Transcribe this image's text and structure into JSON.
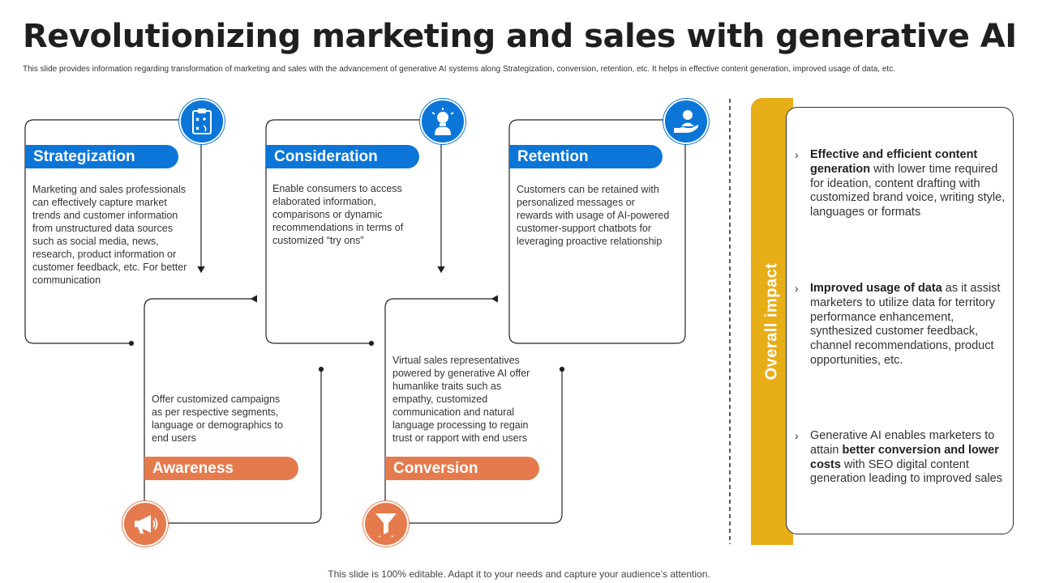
{
  "header": {
    "title": "Revolutionizing marketing and sales with generative AI",
    "subtitle": "This slide provides information regarding transformation of marketing and sales with the advancement of generative AI systems along Strategization, conversion, retention, etc. It helps in effective content generation, improved usage of data, etc."
  },
  "stages": {
    "strategization": {
      "label": "Strategization",
      "text": "Marketing and sales professionals can effectively capture market trends and customer information from unstructured data sources such as social media, news, research, product information or customer feedback, etc. For better communication",
      "icon": "clipboard-strategy-icon"
    },
    "awareness": {
      "label": "Awareness",
      "text": "Offer customized campaigns as per respective segments, language or demographics to end users",
      "icon": "megaphone-icon"
    },
    "consideration": {
      "label": "Consideration",
      "text": "Enable consumers to access elaborated information, comparisons or dynamic recommendations in terms of customized “try ons”",
      "icon": "head-lightbulb-icon"
    },
    "conversion": {
      "label": "Conversion",
      "text": "Virtual sales representatives powered by generative AI offer humanlike traits such as empathy, customized communication and natural language processing to regain trust or rapport with end users",
      "icon": "funnel-icon"
    },
    "retention": {
      "label": "Retention",
      "text": "Customers can be retained with personalized messages or rewards with usage of AI-powered customer-support chatbots for leveraging proactive relationship",
      "icon": "hand-person-icon"
    }
  },
  "impact": {
    "label": "Overall impact",
    "items": [
      {
        "pre": "",
        "bold": "Effective and efficient content generation",
        "post": " with lower time required for ideation, content drafting with customized brand voice, writing style, languages or formats"
      },
      {
        "pre": "",
        "bold": "Improved usage of data",
        "post": " as it assist marketers to utilize data for territory performance enhancement, synthesized customer feedback, channel recommendations, product opportunities, etc."
      },
      {
        "pre": "Generative AI enables marketers to attain ",
        "bold": "better conversion and lower costs",
        "post": " with SEO digital content generation leading to improved sales"
      }
    ]
  },
  "footer": {
    "text": "This slide is 100% editable. Adapt it to your needs and capture your audience’s attention."
  },
  "colors": {
    "blue": "#0b76d8",
    "orange": "#e57a4d",
    "gold": "#e8ae17"
  }
}
